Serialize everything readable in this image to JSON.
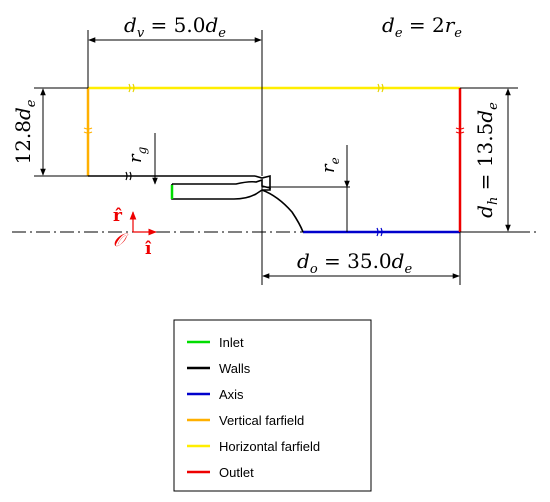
{
  "colors": {
    "inlet": "#00dd00",
    "walls": "#000000",
    "axis": "#0000cc",
    "vertical_farfield": "#ffb000",
    "horizontal_farfield": "#ffee00",
    "outlet": "#ee0000",
    "origin": "#ee0000"
  },
  "labels": {
    "dv_sym": "d",
    "dv_sub": "v",
    "dv_eq": " = 5.0",
    "dv_end": "d",
    "dv_end_sub": "e",
    "de_sym": "d",
    "de_sub": "e",
    "de_eq": " = 2",
    "de_r": "r",
    "de_r_sub": "e",
    "h_num": "12.8",
    "h_sym": "d",
    "h_sub": "e",
    "rg_sym": "r",
    "rg_sub": "g",
    "re_sym": "r",
    "re_sub": "e",
    "dh_sym": "d",
    "dh_sub": "h",
    "dh_eq": " = 13.5",
    "dh_end": "d",
    "dh_end_sub": "e",
    "do_sym": "d",
    "do_sub": "o",
    "do_eq": " = 35.0",
    "do_end": "d",
    "do_end_sub": "e",
    "r_hat": "r̂",
    "i_hat": "î",
    "origin": "𝒪"
  },
  "legend": {
    "items": [
      {
        "label": "Inlet",
        "color": "#00dd00"
      },
      {
        "label": "Walls",
        "color": "#000000"
      },
      {
        "label": "Axis",
        "color": "#0000cc"
      },
      {
        "label": "Vertical farfield",
        "color": "#ffb000"
      },
      {
        "label": "Horizontal farfield",
        "color": "#ffee00"
      },
      {
        "label": "Outlet",
        "color": "#ee0000"
      }
    ]
  }
}
